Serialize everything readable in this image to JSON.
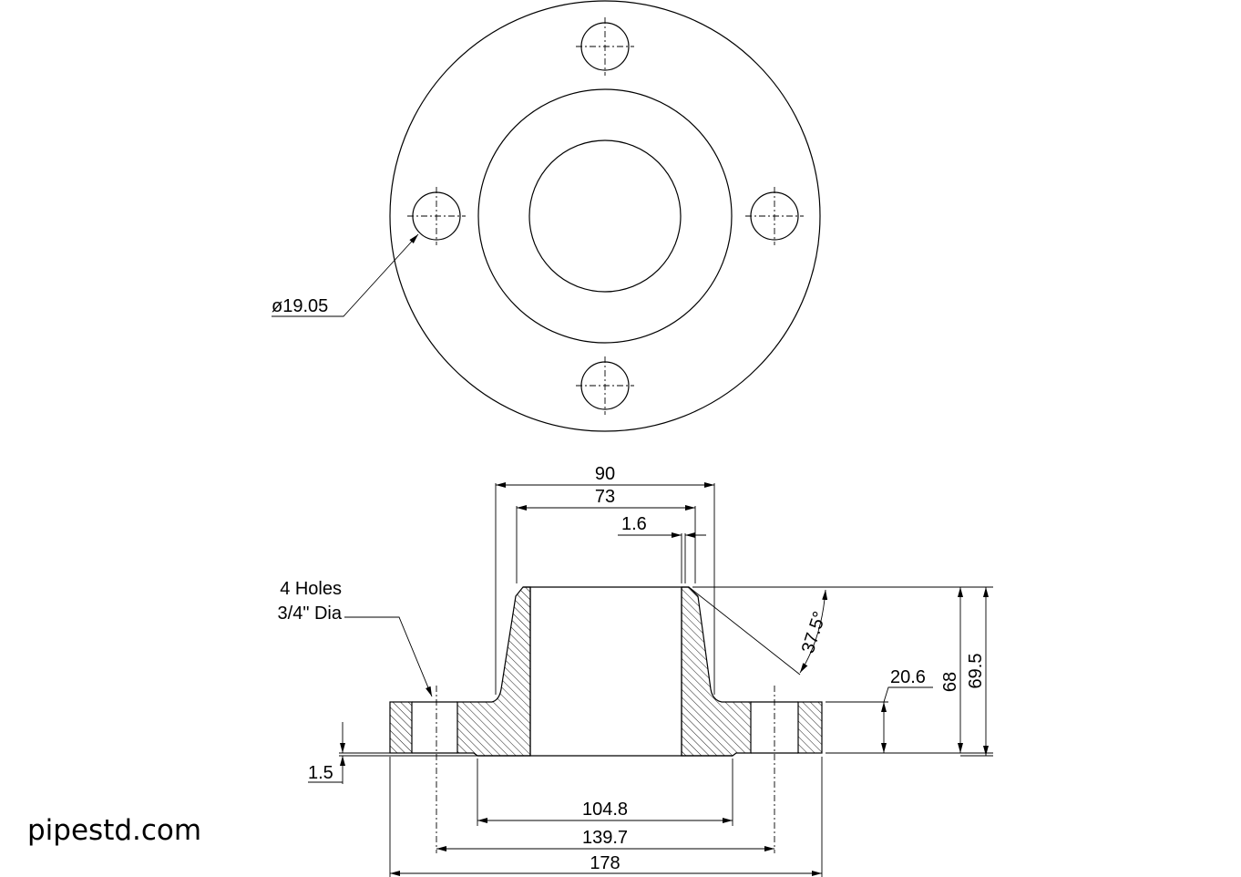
{
  "watermark": "pipestd.com",
  "top_view": {
    "hole_diameter_label": "ø19.05"
  },
  "section_view": {
    "hole_note_line1": "4 Holes",
    "hole_note_line2": "3/4\" Dia",
    "dim_hub_outer": "90",
    "dim_bore": "73",
    "dim_bevel_root": "1.6",
    "dim_bevel_angle": "37.5°",
    "dim_flange_thickness": "20.6",
    "dim_length_68": "68",
    "dim_length_69_5": "69.5",
    "dim_raised_face_height": "1.5",
    "dim_raised_face_dia": "104.8",
    "dim_bolt_circle": "139.7",
    "dim_outside_dia": "178"
  }
}
